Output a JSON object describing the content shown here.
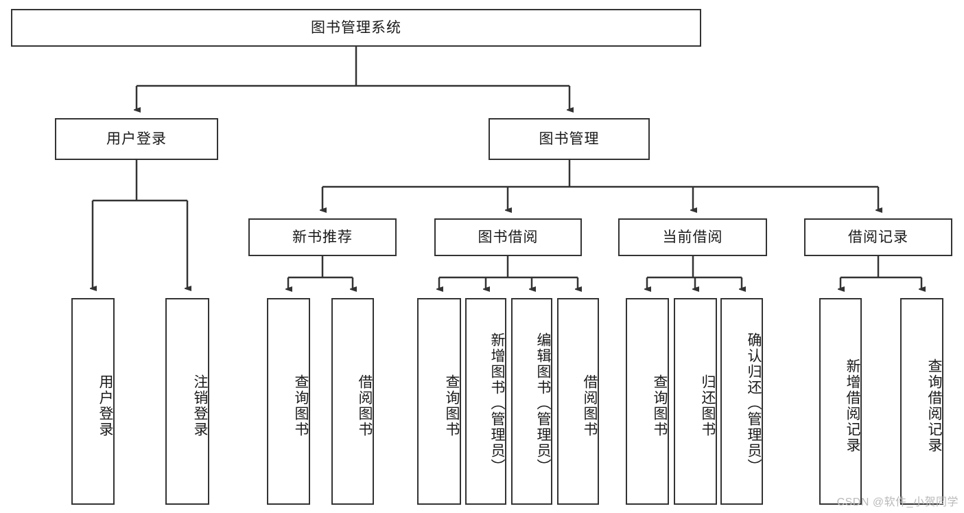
{
  "diagram": {
    "title_node": {
      "label": "图书管理系统"
    },
    "level2": [
      {
        "label": "用户登录"
      },
      {
        "label": "图书管理"
      }
    ],
    "level3": [
      {
        "label": "新书推荐"
      },
      {
        "label": "图书借阅"
      },
      {
        "label": "当前借阅"
      },
      {
        "label": "借阅记录"
      }
    ],
    "leaves": {
      "user_login": [
        {
          "label": "用户登录"
        },
        {
          "label": "注销登录"
        }
      ],
      "new_book_recommend": [
        {
          "label": "查询图书"
        },
        {
          "label": "借阅图书"
        }
      ],
      "book_borrow": [
        {
          "label": "查询图书"
        },
        {
          "label": "新增图书（管理员）"
        },
        {
          "label": "编辑图书（管理员）"
        },
        {
          "label": "借阅图书"
        }
      ],
      "current_borrow": [
        {
          "label": "查询图书"
        },
        {
          "label": "归还图书"
        },
        {
          "label": "确认归还（管理员）"
        }
      ],
      "borrow_record": [
        {
          "label": "新增借阅记录"
        },
        {
          "label": "查询借阅记录"
        }
      ]
    },
    "watermark": "CSDN @软件_小贺同学",
    "colors": {
      "border": "#333333",
      "background": "#ffffff",
      "text": "#1a1a1a",
      "watermark": "#b9b9b9"
    }
  }
}
